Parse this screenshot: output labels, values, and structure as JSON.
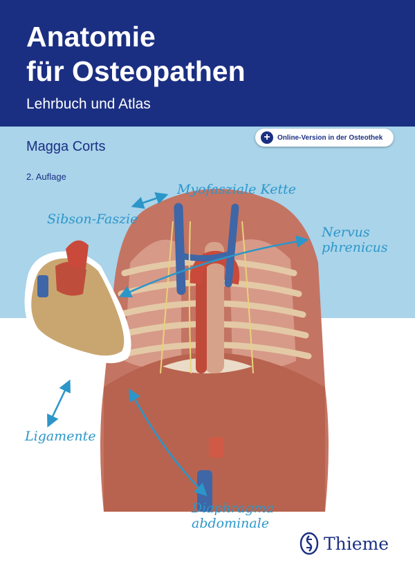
{
  "book": {
    "title_line1": "Anatomie",
    "title_line2": "für Osteopathen",
    "subtitle": "Lehrbuch und Atlas",
    "author": "Magga Corts",
    "edition": "2. Auflage"
  },
  "badge": {
    "label": "Online-Version in der Osteothek",
    "icon": "plus-icon"
  },
  "labels": {
    "myofascial_chain": "Myofasziale Kette",
    "sibson_fascia": "Sibson-Faszie",
    "phrenic_nerve_1": "Nervus",
    "phrenic_nerve_2": "phrenicus",
    "ligaments": "Ligamente",
    "diaphragm_1": "Diaphragma",
    "diaphragm_2": "abdominale"
  },
  "publisher": {
    "name": "Thieme",
    "icon": "thieme-logo-icon"
  },
  "colors": {
    "header": "#1b2f82",
    "band": "#a9d4ea",
    "annotation": "#2c96c9"
  }
}
